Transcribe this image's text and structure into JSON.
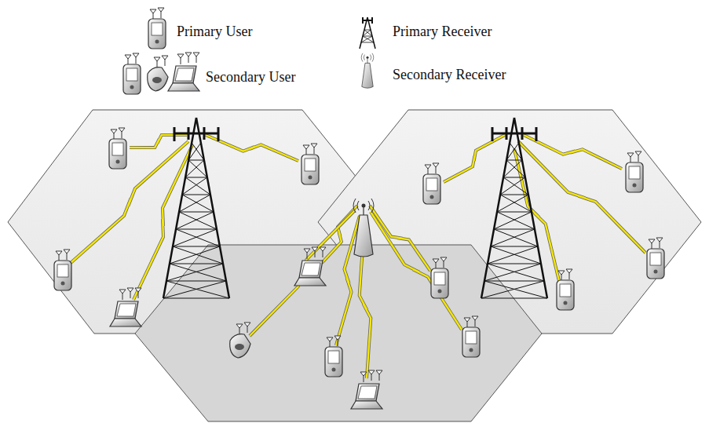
{
  "diagram": {
    "legend": [
      {
        "text": "Primary User"
      },
      {
        "text": "Secondary User"
      },
      {
        "text": "Primary Receiver"
      },
      {
        "text": "Secondary Receiver"
      }
    ]
  }
}
